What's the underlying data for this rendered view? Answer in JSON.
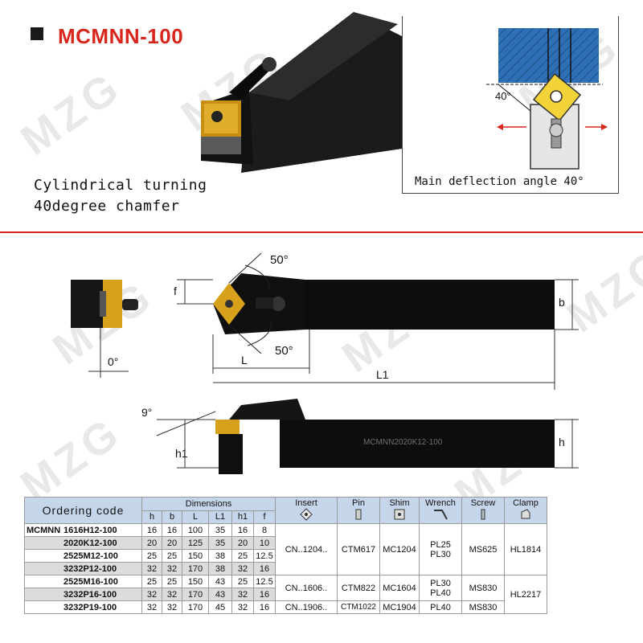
{
  "title": "MCMNN-100",
  "description": {
    "line1": "Cylindrical turning",
    "line2": "40degree chamfer"
  },
  "diagram_panel": {
    "caption": "Main deflection angle 40°",
    "angle_label": "40°"
  },
  "watermark": "MZG",
  "drawing_labels": {
    "angle_top": "50°",
    "angle_bottom": "50°",
    "f": "f",
    "b": "b",
    "L": "L",
    "L1": "L1",
    "zero_angle": "0°",
    "nine_angle": "9°",
    "h1": "h1",
    "h": "h",
    "engraving": "MCMNN2020K12-100"
  },
  "table": {
    "header": {
      "ordering_code": "Ordering code",
      "dimensions": "Dimensions",
      "dim_cols": [
        "h",
        "b",
        "L",
        "L1",
        "h1",
        "f"
      ],
      "insert": "Insert",
      "pin": "Pin",
      "shim": "Shim",
      "wrench": "Wrench",
      "screw": "Screw",
      "clamp": "Clamp"
    },
    "series": "MCMNN",
    "rows": [
      {
        "code": "1616H12-100",
        "h": "16",
        "b": "16",
        "L": "100",
        "L1": "35",
        "h1": "16",
        "f": "8"
      },
      {
        "code": "2020K12-100",
        "h": "20",
        "b": "20",
        "L": "125",
        "L1": "35",
        "h1": "20",
        "f": "10"
      },
      {
        "code": "2525M12-100",
        "h": "25",
        "b": "25",
        "L": "150",
        "L1": "38",
        "h1": "25",
        "f": "12.5"
      },
      {
        "code": "3232P12-100",
        "h": "32",
        "b": "32",
        "L": "170",
        "L1": "38",
        "h1": "32",
        "f": "16"
      },
      {
        "code": "2525M16-100",
        "h": "25",
        "b": "25",
        "L": "150",
        "L1": "43",
        "h1": "25",
        "f": "12.5"
      },
      {
        "code": "3232P16-100",
        "h": "32",
        "b": "32",
        "L": "170",
        "L1": "43",
        "h1": "32",
        "f": "16"
      },
      {
        "code": "3232P19-100",
        "h": "32",
        "b": "32",
        "L": "170",
        "L1": "45",
        "h1": "32",
        "f": "16"
      }
    ],
    "groups": [
      {
        "insert": "CN..1204..",
        "pin": "CTM617",
        "shim": "MC1204",
        "wrench": [
          "PL25",
          "PL30"
        ],
        "screw": "MS625",
        "clamp": "HL1814"
      },
      {
        "insert": "CN..1606..",
        "pin": "CTM822",
        "shim": "MC1604",
        "wrench": [
          "PL30",
          "PL40"
        ],
        "screw": "MS830",
        "clamp": "HL2217"
      },
      {
        "insert": "CN..1906..",
        "pin": "CTM1022",
        "shim": "MC1904",
        "wrench": [
          "PL40"
        ],
        "screw": "MS830"
      }
    ]
  },
  "colors": {
    "accent_red": "#d8261c",
    "table_header": "#c6d6ea",
    "workpiece_blue": "#2f6fb5",
    "insert_gold": "#d7a11c"
  }
}
